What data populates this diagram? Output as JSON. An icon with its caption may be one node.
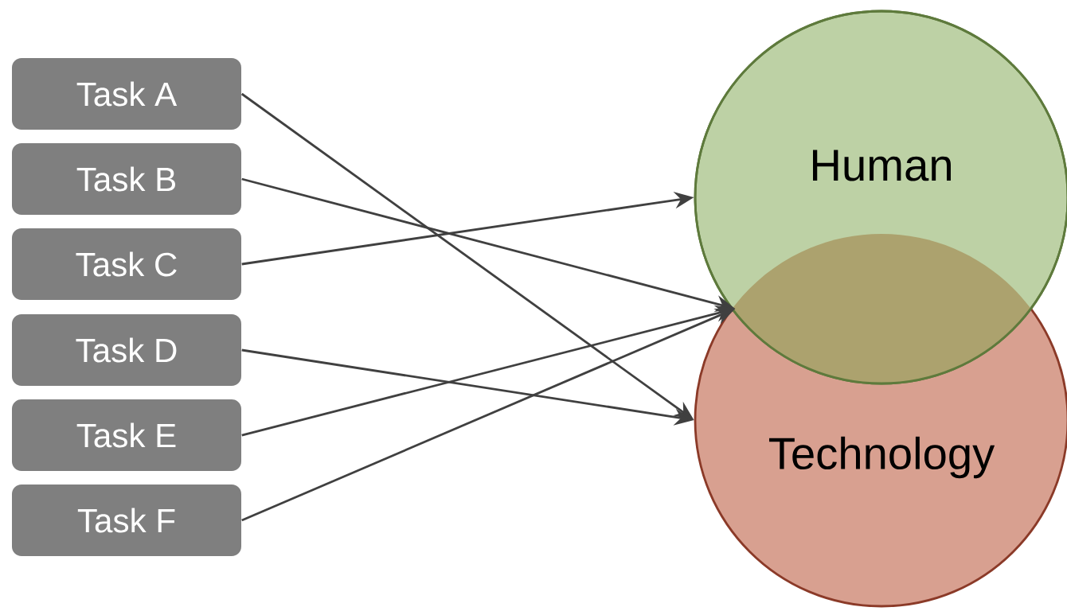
{
  "diagram": {
    "nodes": [
      {
        "text": [
          "Task A"
        ]
      },
      {
        "text": [
          "Task B"
        ]
      },
      {
        "text": [
          "Task C"
        ]
      },
      {
        "text": [
          "Task D"
        ]
      },
      {
        "text": [
          "Task E"
        ]
      },
      {
        "text": [
          "Task F"
        ]
      },
      {
        "text": [
          "Human"
        ]
      },
      {
        "text": [
          "Technology"
        ]
      },
      {
        "text": [],
        "shape": "lens"
      }
    ],
    "edges": [
      {
        "from": 0,
        "to": 7,
        "arrow": "to"
      },
      {
        "from": 1,
        "to": 8,
        "arrow": "to"
      },
      {
        "from": 2,
        "to": 6,
        "arrow": "to"
      },
      {
        "from": 3,
        "to": 7,
        "arrow": "to"
      },
      {
        "from": 4,
        "to": 8,
        "arrow": "to"
      },
      {
        "from": 5,
        "to": 8,
        "arrow": "to"
      }
    ]
  }
}
